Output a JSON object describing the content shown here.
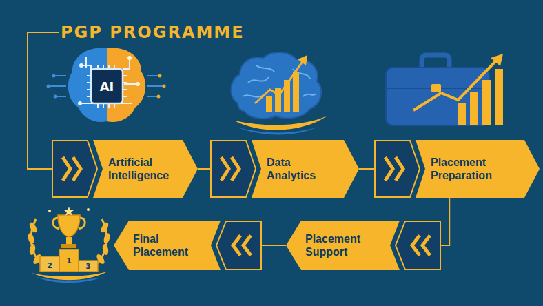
{
  "diagram": {
    "title": "PGP PROGRAMME",
    "nodes": [
      {
        "text": [
          "Artificial Intelligence"
        ]
      },
      {
        "text": [
          "Data Analytics"
        ]
      },
      {
        "text": [
          "Placement Preparation"
        ]
      },
      {
        "text": [
          "Placement Support"
        ]
      },
      {
        "text": [
          "Final Placement"
        ]
      }
    ],
    "edges": [
      {
        "from": 0,
        "to": 1,
        "arrow": "none"
      },
      {
        "from": 1,
        "to": 2,
        "arrow": "none"
      },
      {
        "from": 2,
        "to": 3,
        "arrow": "none"
      },
      {
        "from": 3,
        "to": 4,
        "arrow": "none"
      }
    ],
    "labels": [
      "AI",
      "2",
      "1",
      "3"
    ]
  }
}
